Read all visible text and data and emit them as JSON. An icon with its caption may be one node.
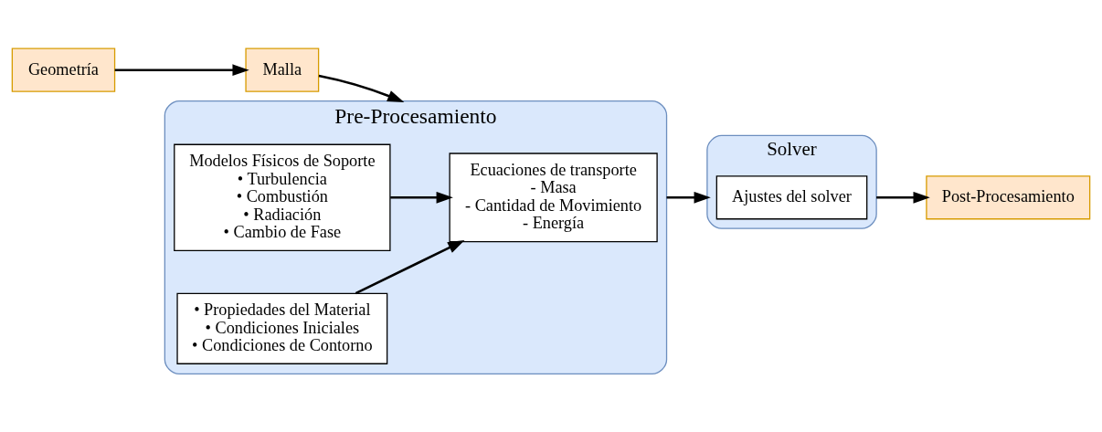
{
  "diagram": {
    "nodes": [
      {
        "text": [
          "Geometría"
        ]
      },
      {
        "text": [
          "Malla"
        ]
      },
      {
        "text": [
          "Pre-Procesamiento"
        ]
      },
      {
        "text": [
          "Ecuaciones de transporte",
          "- Masa",
          "- Cantidad de Movimiento",
          "- Energía"
        ],
        "in": 2
      },
      {
        "text": [
          "Modelos Físicos de Soporte",
          "• Turbulencia",
          "• Combustión",
          "• Radiación",
          "• Cambio de Fase"
        ],
        "in": 2
      },
      {
        "text": [
          "• Propiedades del Material",
          "• Condiciones Iniciales",
          "• Condiciones de Contorno"
        ],
        "in": 2
      },
      {
        "text": [
          "Solver"
        ]
      },
      {
        "text": [
          "Ajustes del solver"
        ],
        "in": 6
      },
      {
        "text": [
          "Post-Procesamiento"
        ]
      }
    ],
    "edges": [
      {
        "from": 0,
        "to": 1,
        "arrow": "to"
      },
      {
        "from": 1,
        "to": 2,
        "arrow": "to"
      },
      {
        "from": 4,
        "to": 3,
        "arrow": "to"
      },
      {
        "from": 5,
        "to": 3,
        "arrow": "to"
      },
      {
        "from": 2,
        "to": 6,
        "arrow": "to"
      },
      {
        "from": 6,
        "to": 8,
        "arrow": "to"
      }
    ]
  }
}
